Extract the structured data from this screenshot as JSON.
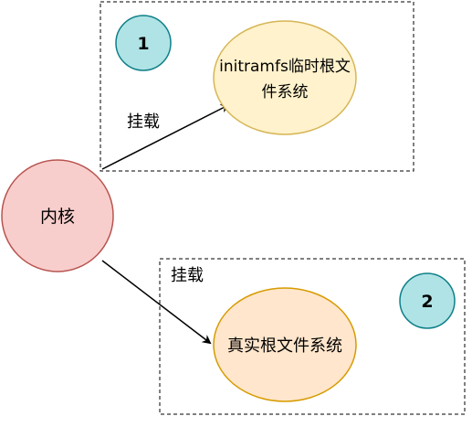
{
  "diagram": {
    "kernel": {
      "label": "内核",
      "fill": "#f8cecc",
      "stroke": "#b85450"
    },
    "initramfs": {
      "line1": "initramfs临时根文",
      "line2": "件系统",
      "fill": "#fff2cc",
      "stroke": "#d6b656"
    },
    "real_root": {
      "label": "真实根文件系统",
      "fill": "#ffe6cc",
      "stroke": "#d79b00"
    },
    "badge_1": {
      "label": "1",
      "fill": "#b0e3e6",
      "stroke": "#0e8088"
    },
    "badge_2": {
      "label": "2",
      "fill": "#b0e3e6",
      "stroke": "#0e8088"
    },
    "edge_top": {
      "label": "挂载"
    },
    "edge_bottom": {
      "label": "挂载"
    }
  }
}
